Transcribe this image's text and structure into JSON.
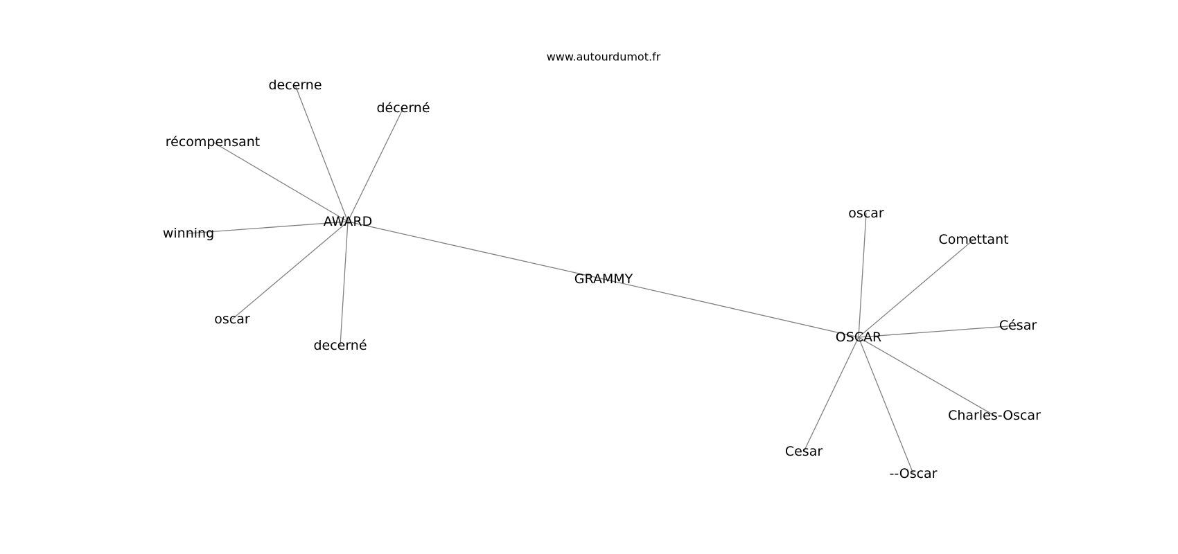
{
  "site": "www.autourdumot.fr",
  "graph": {
    "center": "GRAMMY",
    "hubs": [
      {
        "id": "award",
        "label": "AWARD",
        "neighbors": [
          {
            "id": "award-decerne-1",
            "label": "decerne"
          },
          {
            "id": "award-decerne-2",
            "label": "décerné"
          },
          {
            "id": "award-recompensant",
            "label": "récompensant"
          },
          {
            "id": "award-winning",
            "label": "winning"
          },
          {
            "id": "award-oscar",
            "label": "oscar"
          },
          {
            "id": "award-decerne-3",
            "label": "decerné"
          }
        ]
      },
      {
        "id": "oscar",
        "label": "OSCAR",
        "neighbors": [
          {
            "id": "oscar-oscar",
            "label": "oscar"
          },
          {
            "id": "oscar-comettant",
            "label": "Comettant"
          },
          {
            "id": "oscar-cesar-accent",
            "label": "César"
          },
          {
            "id": "oscar-charles-oscar",
            "label": "Charles-Oscar"
          },
          {
            "id": "oscar-double-dash-oscar",
            "label": "--Oscar"
          },
          {
            "id": "oscar-cesar",
            "label": "Cesar"
          }
        ]
      }
    ]
  }
}
